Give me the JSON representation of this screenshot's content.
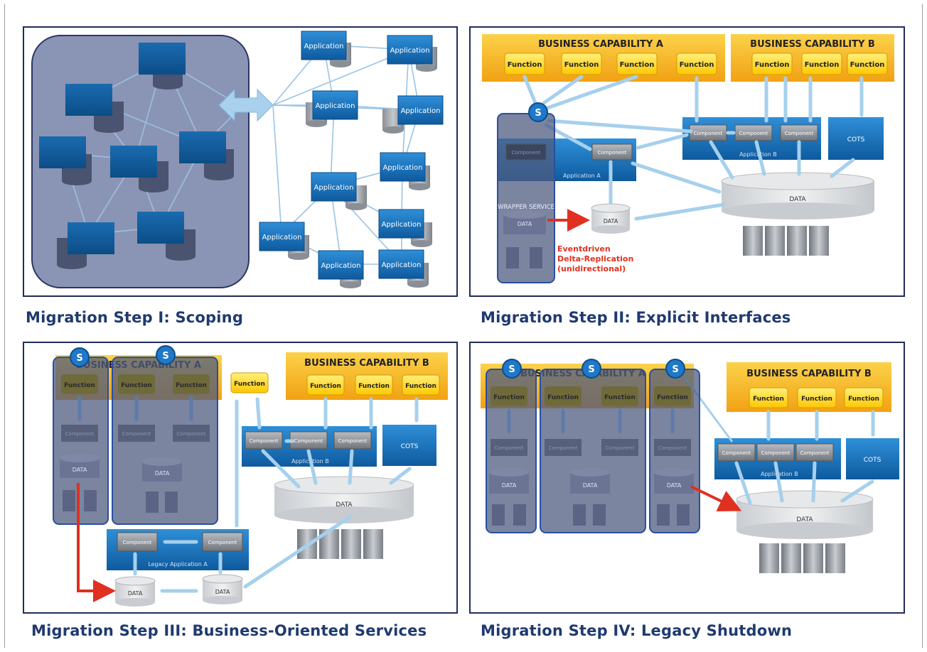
{
  "panels": [
    {
      "caption": "Migration Step I: Scoping"
    },
    {
      "caption": "Migration Step II: Explicit Interfaces"
    },
    {
      "caption": "Migration Step III: Business-Oriented Services"
    },
    {
      "caption": "Migration Step IV: Legacy Shutdown"
    }
  ],
  "labels": {
    "application": "Application",
    "function": "Function",
    "component": "Component",
    "cots": "COTS",
    "data": "DATA",
    "service": "S",
    "cap_a": "BUSINESS CAPABILITY A",
    "cap_b": "BUSINESS CAPABILITY B",
    "application_a": "Application A",
    "application_b": "Application B",
    "legacy_app_a": "Legacy Application A",
    "wrapper_service": "WRAPPER SERVICE",
    "replication_line1": "Eventdriven",
    "replication_line2": "Delta-Replication",
    "replication_line3": "(unidirectional)"
  },
  "colors": {
    "frame": "#1f2d5a",
    "caption": "#1f3a6e",
    "app_blue": "#1d6fb8",
    "capability_gold": "#f6b51e",
    "function_yellow": "#ffd200",
    "arrow_light_blue": "#9fcbe6",
    "replication_red": "#e03020",
    "overlay": "#4f5c80"
  }
}
